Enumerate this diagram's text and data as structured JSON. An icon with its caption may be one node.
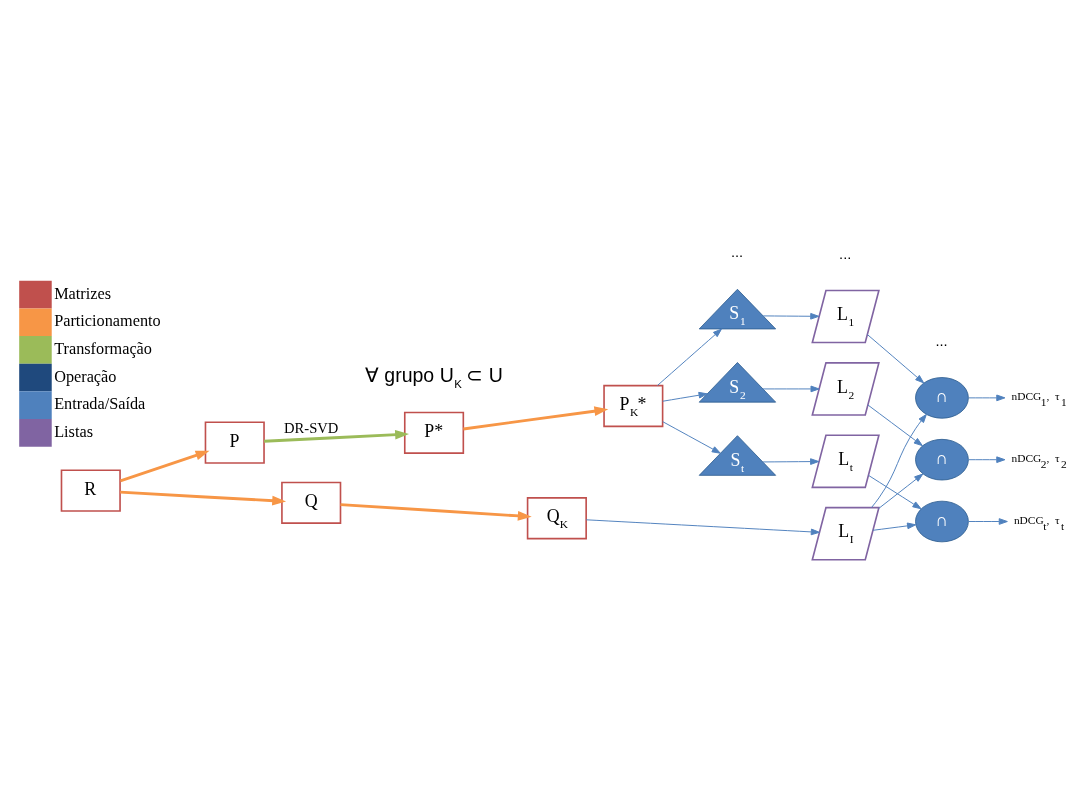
{
  "diagram": {
    "nodes": [
      {
        "text": [
          "R"
        ]
      },
      {
        "text": [
          "P"
        ]
      },
      {
        "text": [
          "Q"
        ]
      },
      {
        "text": [
          "P*"
        ]
      },
      {
        "text": [
          "P$_{K}$*"
        ]
      },
      {
        "text": [
          "Q$_{K}$"
        ]
      },
      {
        "text": [
          "S$_{1}$"
        ]
      },
      {
        "text": [
          "S$_{2}$"
        ]
      },
      {
        "text": [
          "S$_{t}$"
        ]
      },
      {
        "text": [
          "L$_{1}$"
        ]
      },
      {
        "text": [
          "L$_{2}$"
        ]
      },
      {
        "text": [
          "L$_{t}$"
        ]
      },
      {
        "text": [
          "L$_{I}$"
        ]
      },
      {
        "text": [
          "∩"
        ]
      },
      {
        "text": [
          "∩"
        ]
      },
      {
        "text": [
          "∩"
        ]
      },
      {
        "text": [
          "nDCG$_{1}$,  τ$_{1}$"
        ]
      },
      {
        "text": [
          "nDCG$_{2}$,  τ$_{2}$"
        ]
      },
      {
        "text": [
          "nDCG$_{t}$,  τ$_{t}$"
        ]
      }
    ],
    "edges": [
      {
        "from": 0,
        "to": 1,
        "arrow": "to",
        "style": "thick",
        "color": "#f79646"
      },
      {
        "from": 0,
        "to": 2,
        "arrow": "to",
        "style": "thick",
        "color": "#f79646"
      },
      {
        "from": 1,
        "to": 3,
        "arrow": "to",
        "label": "DR-SVD",
        "style": "thick",
        "color": "#9bbb59"
      },
      {
        "from": 3,
        "to": 4,
        "arrow": "to",
        "style": "thick",
        "color": "#f79646"
      },
      {
        "from": 2,
        "to": 5,
        "arrow": "to",
        "style": "thick",
        "color": "#f79646"
      },
      {
        "from": 4,
        "to": 6,
        "arrow": "to"
      },
      {
        "from": 4,
        "to": 7,
        "arrow": "to"
      },
      {
        "from": 4,
        "to": 8,
        "arrow": "to"
      },
      {
        "from": 6,
        "to": 9,
        "arrow": "to"
      },
      {
        "from": 7,
        "to": 10,
        "arrow": "to"
      },
      {
        "from": 8,
        "to": 11,
        "arrow": "to"
      },
      {
        "from": 9,
        "to": 13,
        "arrow": "to"
      },
      {
        "from": 10,
        "to": 14,
        "arrow": "to"
      },
      {
        "from": 11,
        "to": 15,
        "arrow": "to"
      },
      {
        "from": 5,
        "to": 12,
        "arrow": "to"
      },
      {
        "from": 12,
        "to": 13,
        "arrow": "to"
      },
      {
        "from": 12,
        "to": 14,
        "arrow": "to"
      },
      {
        "from": 12,
        "to": 15,
        "arrow": "to"
      },
      {
        "from": 13,
        "to": 16,
        "arrow": "to"
      },
      {
        "from": 14,
        "to": 17,
        "arrow": "to"
      },
      {
        "from": 15,
        "to": 18,
        "arrow": "to"
      }
    ],
    "labels": [
      "∀ grupo U$_{K}$ ⊂ U",
      "...",
      "...",
      "..."
    ],
    "legend": [
      {
        "text": "Matrizes",
        "color": "#c0504d"
      },
      {
        "text": "Particionamento",
        "color": "#f79646"
      },
      {
        "text": "Transformação",
        "color": "#9bbb59"
      },
      {
        "text": "Operação",
        "color": "#1f497d"
      },
      {
        "text": "Entrada/Saída",
        "color": "#4f81bd"
      },
      {
        "text": "Listas",
        "color": "#8064a2"
      }
    ]
  }
}
